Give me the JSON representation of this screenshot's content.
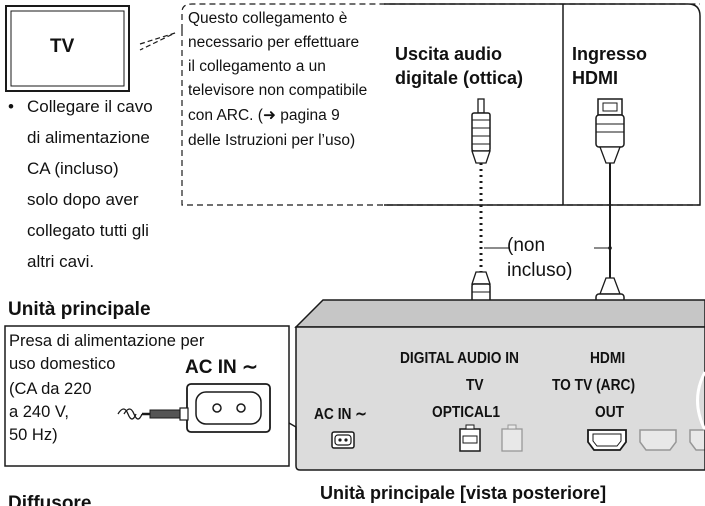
{
  "tv_label": "TV",
  "instruction_bullet": "•",
  "instruction_lines": [
    "Collegare il cavo",
    "di alimentazione",
    "CA (incluso)",
    "solo dopo aver",
    "collegato tutti gli",
    "altri cavi."
  ],
  "note_lines": [
    "Questo collegamento è",
    "necessario per effettuare",
    "il collegamento a un",
    "televisore non compatibile",
    "con ARC. (➜ pagina 9",
    "delle Istruzioni per l’uso)"
  ],
  "tv_output": {
    "line1": "Uscita audio",
    "line2": "digitale (ottica)"
  },
  "tv_input": {
    "line1": "Ingresso",
    "line2": "HDMI"
  },
  "cable_note": {
    "line1": "(non",
    "line2": "incluso)"
  },
  "main_unit_label": "Unità principale",
  "outlet_lines": [
    "Presa di alimentazione per",
    "uso domestico",
    "(CA da 220",
    "a 240 V,",
    "50 Hz)"
  ],
  "ac_in_large": "AC IN ∼",
  "ac_in_small": "AC IN ∼",
  "digital_audio": {
    "line1": "DIGITAL AUDIO IN",
    "line2": "TV",
    "line3": "OPTICAL1"
  },
  "hdmi_port": {
    "line1": "HDMI",
    "line2": "TO TV (ARC)",
    "line3": "OUT"
  },
  "rear_view_caption": "Unità principale [vista posteriore]",
  "speaker_label": "Diffusore",
  "colors": {
    "line": "#1a1a1a",
    "panel_fill": "#dcdcdc",
    "panel_top": "#c6c6c6",
    "port_fill": "#ffffff"
  }
}
